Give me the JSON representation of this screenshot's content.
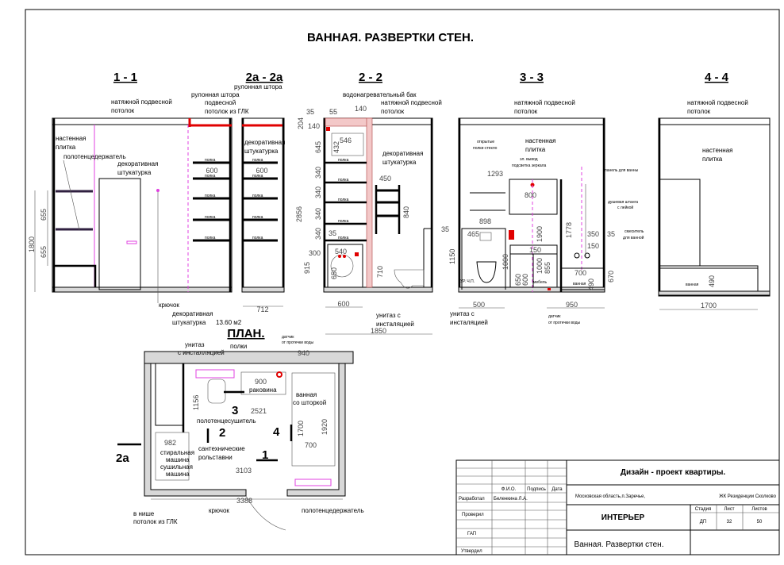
{
  "title": "ВАННАЯ. РАЗВЕРТКИ СТЕН.",
  "sections": {
    "s11": "1 - 1",
    "s2a": "2а - 2а",
    "s22": "2 - 2",
    "s33": "3 - 3",
    "s44": "4 - 4",
    "plan": "ПЛАН."
  },
  "notes": {
    "ceiling1": "натяжной подвесной",
    "ceiling2": "потолок",
    "roller": "рулонная штора",
    "gkl1": "подвесной",
    "gkl2": "потолок из ГЛК",
    "tile1": "настенная",
    "tile2": "плитка",
    "towel_holder": "полотенцедержатель",
    "plaster1": "декоративная",
    "plaster2": "штукатурка",
    "hook": "крючок",
    "area": "13.60 м2",
    "shelf": "полка",
    "boiler": "водонагревательный бак",
    "toilet1": "унитаз с",
    "toilet2": "инсталяцией",
    "glass1": "открытые",
    "glass2": "полки-стекло",
    "mirror1": "эл. вывод",
    "mirror2": "подсветка зеркала",
    "floor": "УР. Ч.П.",
    "furniture": "мебель",
    "bath": "ванная",
    "sensor1": "датчик",
    "sensor2": "от протечки воды",
    "panel": "панель для ванны",
    "shower1": "душевая штанга",
    "shower2": "с лейкой",
    "mixer1": "смеситель",
    "mixer2": "для ванной",
    "p_toilet1": "унитаз",
    "p_toilet2": "с инсталляцией",
    "p_shelves": "полки",
    "sink": "раковина",
    "p_bath1": "ванная",
    "p_bath2": "со шторкой",
    "towel_dryer": "полотенцесушитель",
    "rolls1": "сантехнические",
    "rolls2": "рольставни",
    "wm1": "стиральная",
    "wm2": "машина",
    "dm1": "сушильная",
    "dm2": "машина",
    "niche1": "в нише",
    "niche2": "потолок из ГЛК"
  },
  "dims": {
    "d1800": "1800",
    "d655": "655",
    "d600": "600",
    "d712": "712",
    "d35": "35",
    "d55": "55",
    "d140": "140",
    "d204": "204",
    "d645": "645",
    "d340": "340",
    "d2856": "2856",
    "d915": "915",
    "d300": "300",
    "d546": "546",
    "d432": "432",
    "d540": "540",
    "d650": "650",
    "d710": "710",
    "d1850": "1850",
    "d450": "450",
    "d840": "840",
    "d1293": "1293",
    "d800": "800",
    "d898": "898",
    "d465": "465",
    "d1150": "1150",
    "d1900": "1900",
    "d1000": "1000",
    "d150": "150",
    "d855": "855",
    "d500": "500",
    "d950": "950",
    "d1778": "1778",
    "d350": "350",
    "d700": "700",
    "d670": "670",
    "d490": "490",
    "d1700": "1700",
    "d940": "940",
    "d900": "900",
    "d2521": "2521",
    "d1920": "1920",
    "d982": "982",
    "d3103": "3103",
    "d3388": "3388",
    "d1156": "1156"
  },
  "markers": {
    "m1": "1",
    "m2": "2",
    "m3": "3",
    "m4": "4",
    "m2a": "2а"
  },
  "titleblock": {
    "project": "Дизайн - проект  квартиры.",
    "address": "Московская область,п.Заречье,",
    "complex": "ЖК Резиденции Сколково",
    "fio": "Ф.И.О.",
    "sign": "Подпись",
    "date": "Дата",
    "developed": "Разработал",
    "developer": "Беленкина Л.А.",
    "checked": "Проверил",
    "gap": "ГАП",
    "approved": "Утвердил",
    "section": "ИНТЕРЬЕР",
    "stage_h": "Стадия",
    "sheet_h": "Лист",
    "sheets_h": "Листов",
    "stage": "ДП",
    "sheet": "32",
    "sheets": "50",
    "sheet_title": "Ванная. Развертки стен."
  },
  "colors": {
    "accent_red": "#e00000",
    "guide_pink": "#e040e0"
  }
}
